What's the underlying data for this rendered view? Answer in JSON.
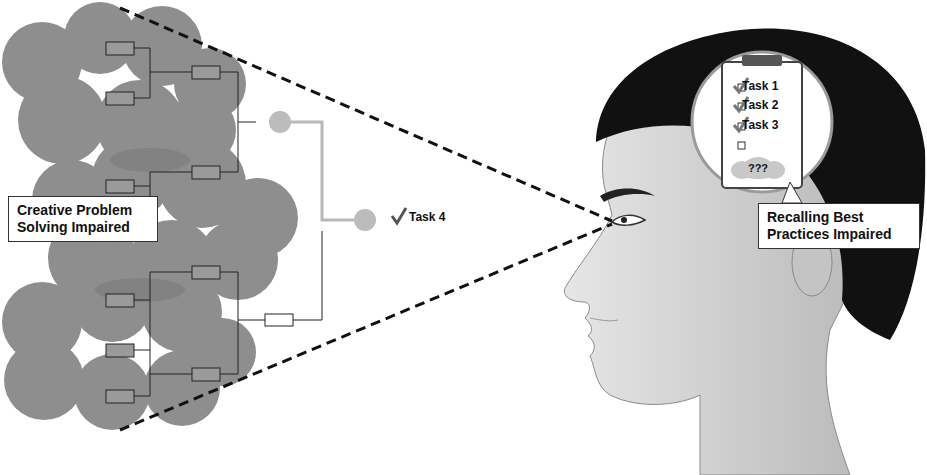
{
  "diagram": {
    "nodes": [
      {
        "text": [
          "Creative Problem Solving Impaired"
        ]
      },
      {
        "text": [
          "Task 1",
          "Task 2",
          "Task 3"
        ]
      },
      {
        "text": [
          "???"
        ],
        "in": 1
      },
      {
        "text": [
          "Recalling Best Practices Impaired"
        ]
      }
    ],
    "labels": [
      "Task 4"
    ]
  }
}
